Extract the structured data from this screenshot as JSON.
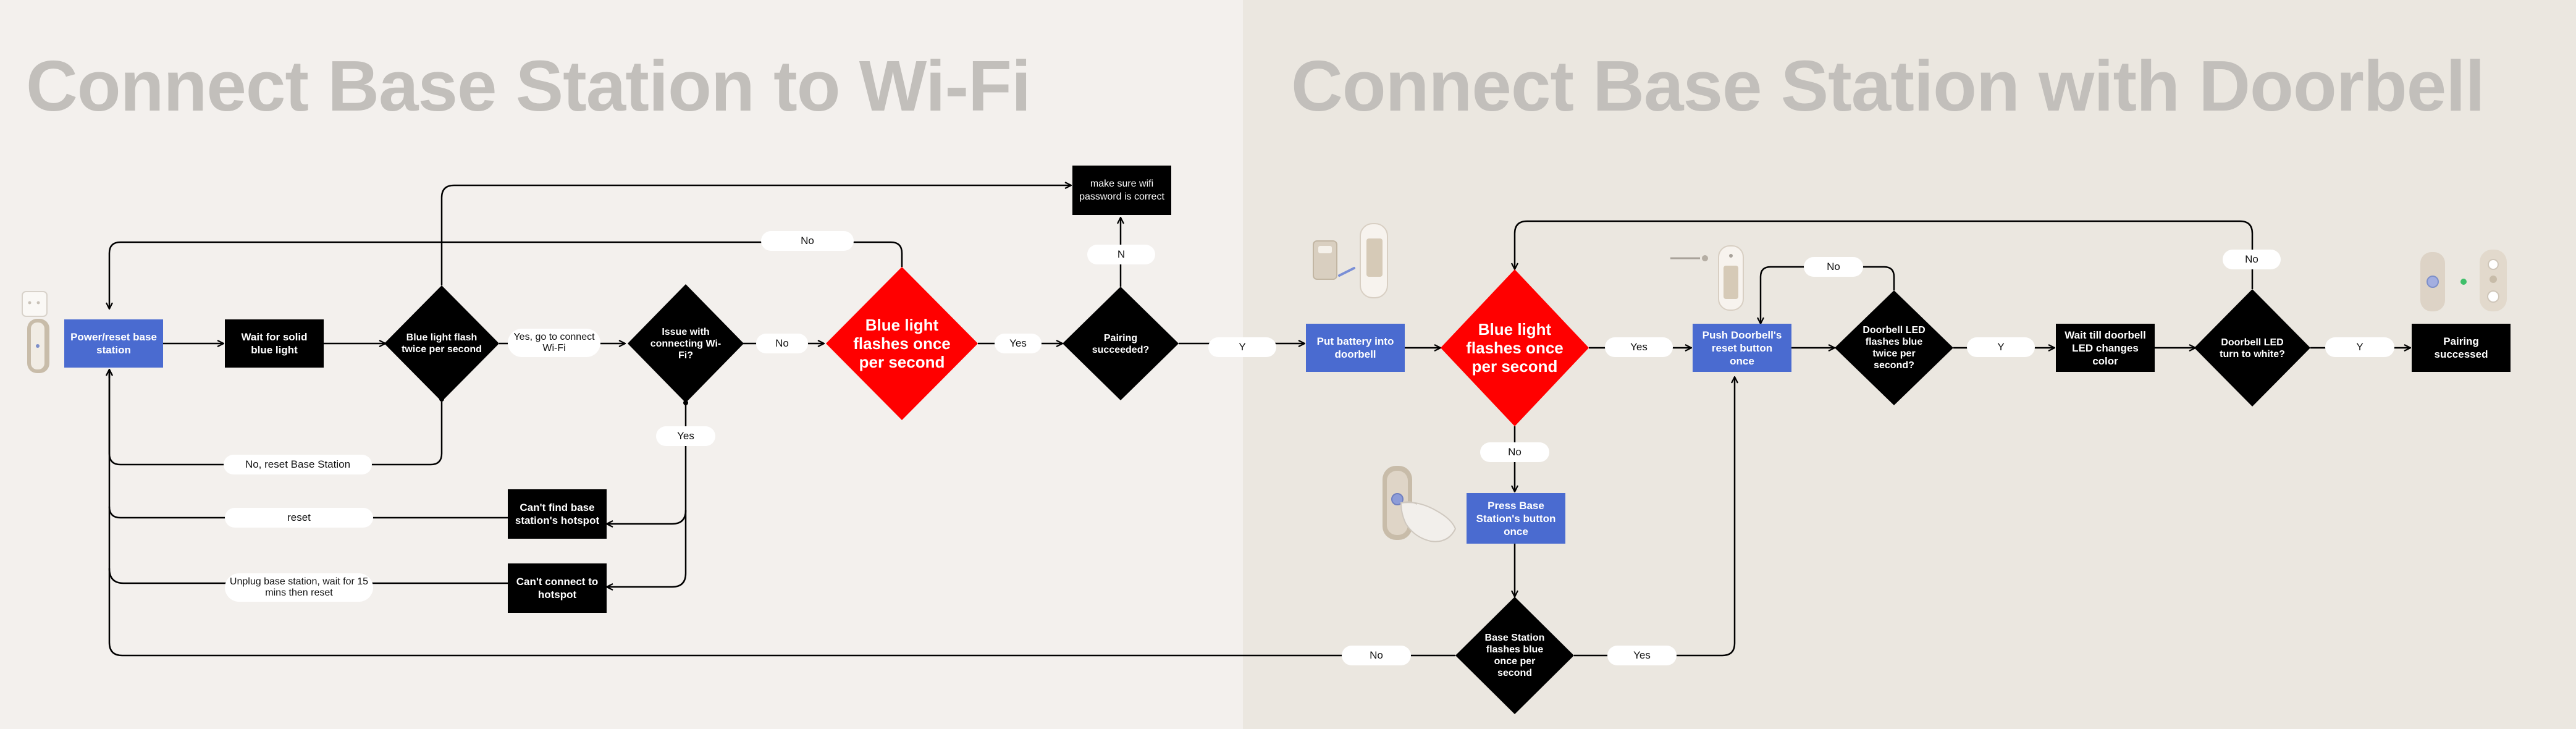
{
  "titles": {
    "wifi": "Connect Base Station to Wi-Fi",
    "doorbell": "Connect Base Station with Doorbell"
  },
  "colors": {
    "left_bg": "#f3f0ed",
    "right_bg": "#ebe7e0",
    "title": "#c2bfbb",
    "black_node": "#000000",
    "blue_node": "#4a6bd0",
    "red_node": "#ff0000",
    "connector": "#000000",
    "label_pill": "#ffffff"
  },
  "nodes": {
    "power_reset": "Power/reset base station",
    "wait_solid_blue": "Wait for solid blue light",
    "blue_flash_twice": "Blue light flash twice per second",
    "issue_wifi": "Issue with connecting Wi-Fi?",
    "blue_flash_once_1": "Blue light flashes once per second",
    "pairing_succeeded": "Pairing succeeded?",
    "check_password": "make sure wifi password is correct",
    "cant_find_hotspot": "Can't find base station's hotspot",
    "cant_connect_hotspot": "Can't connect to hotspot",
    "put_battery": "Put battery into doorbell",
    "blue_flash_once_2": "Blue light flashes once per second",
    "push_reset": "Push Doorbell's reset button once",
    "press_base_button": "Press Base Station's button once",
    "base_flashes_blue": "Base Station flashes blue once per second",
    "led_flashes_twice": "Doorbell LED flashes blue twice per second?",
    "wait_led_color": "Wait till doorbell LED changes color",
    "led_white": "Doorbell LED turn to white?",
    "pairing_successed": "Pairing successed"
  },
  "labels": {
    "yes_go_wifi": "Yes, go to connect Wi-Fi",
    "no_reset_base": "No, reset Base Station",
    "no_top_loop": "No",
    "no_to_red": "No",
    "yes_issue": "Yes",
    "reset": "reset",
    "unplug": "Unplug base station, wait for 15 mins then reset",
    "yes_to_pairing": "Yes",
    "n_pairing": "N",
    "y_pairing": "Y",
    "yes_red2": "Yes",
    "no_red2": "No",
    "no_base_flash": "No",
    "yes_base_flash": "Yes",
    "no_led_twice": "No",
    "y_led_twice": "Y",
    "no_led_white": "No",
    "y_led_white": "Y"
  },
  "illustrations": [
    "base-station-device",
    "doorbell-battery",
    "doorbell-reset-tool",
    "press-base-button-hand",
    "doorbell-led-status"
  ]
}
